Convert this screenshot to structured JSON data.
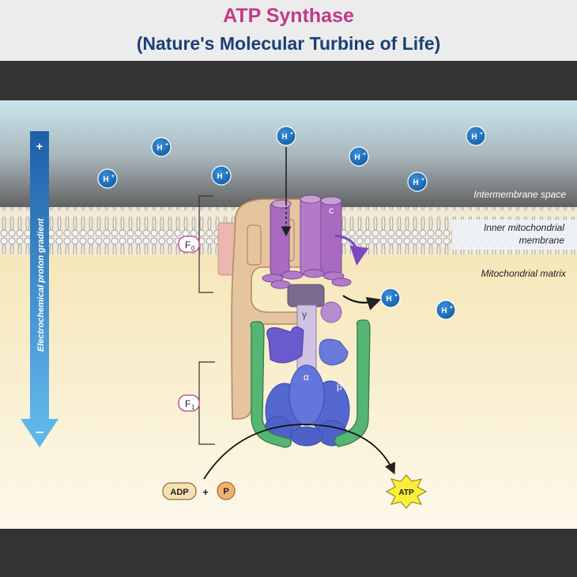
{
  "header": {
    "title": "ATP Synthase",
    "subtitle": "(Nature's Molecular Turbine of Life)"
  },
  "labels": {
    "intermembrane_space": "Intermembrane space",
    "inner_membrane_line1": "Inner mitochondrial",
    "inner_membrane_line2": "membrane",
    "matrix": "Mitochondrial matrix",
    "gradient": "Electrochemical proton gradient",
    "gradient_plus": "+",
    "gradient_minus": "−",
    "f0_main": "F",
    "f0_sub": "0",
    "f1_main": "F",
    "f1_sub": "1",
    "c": "c",
    "gamma": "γ",
    "alpha": "α",
    "beta": "β",
    "adp": "ADP",
    "plus": "+",
    "p": "P",
    "atp": "ATP"
  },
  "proton": {
    "main": "H",
    "sup": "+"
  },
  "colors": {
    "title": "#c2398a",
    "subtitle": "#1c3f78",
    "proton": "#1d6fb8",
    "stator": "#e6c7a4",
    "rotor": "#9b62b0",
    "head": "#5c6fd0",
    "arm": "#4fae68",
    "atp_star": "#f8ef3a"
  }
}
